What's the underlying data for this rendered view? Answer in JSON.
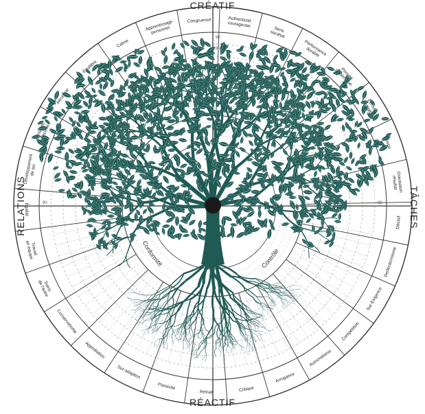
{
  "axes": {
    "top": "CRÉATIF",
    "bottom": "RÉACTIF",
    "left": "RELATIONS",
    "right": "TÂCHES"
  },
  "inner_labels": {
    "left": "Conformité",
    "right": "Contrôle"
  },
  "scale_marks": {
    "top": [
      "90",
      "80"
    ],
    "left": "90",
    "right": "90"
  },
  "segments": [
    {
      "label": "Authenticité\ncourageuse"
    },
    {
      "label": "Sens\nsociétal"
    },
    {
      "label": "Performance\ndurable"
    },
    {
      "label": "Pensée\nsystémique"
    },
    {
      "label": "Pensée\nstratégique"
    },
    {
      "label": "Vision"
    },
    {
      "label": "Orientation\nrésultat"
    },
    {
      "label": "Décisif"
    },
    {
      "label": "Perfectionnisme"
    },
    {
      "label": "Sur-Exigence"
    },
    {
      "label": "Compétition"
    },
    {
      "label": "Autocratisme"
    },
    {
      "label": "Arrogance"
    },
    {
      "label": "Critique"
    },
    {
      "label": "Retrait"
    },
    {
      "label": "Passivité"
    },
    {
      "label": "Sur-adaption"
    },
    {
      "label": "Approbation"
    },
    {
      "label": "Conservatisme"
    },
    {
      "label": "Soins\nde l'autre"
    },
    {
      "label": "Travail\nen équipe"
    },
    {
      "label": "Égalité"
    },
    {
      "label": "Développement\nde soi"
    },
    {
      "label": "Prise de\nconscience"
    },
    {
      "label": "Altruisme"
    },
    {
      "label": "Équilibre"
    },
    {
      "label": "Calme"
    },
    {
      "label": "Apprentissage\npersonnel"
    },
    {
      "label": "Congruence"
    }
  ],
  "colors": {
    "tree": "#1f5a55",
    "ink": "#222222",
    "line": "#333333",
    "grid": "#9a9a9a"
  }
}
